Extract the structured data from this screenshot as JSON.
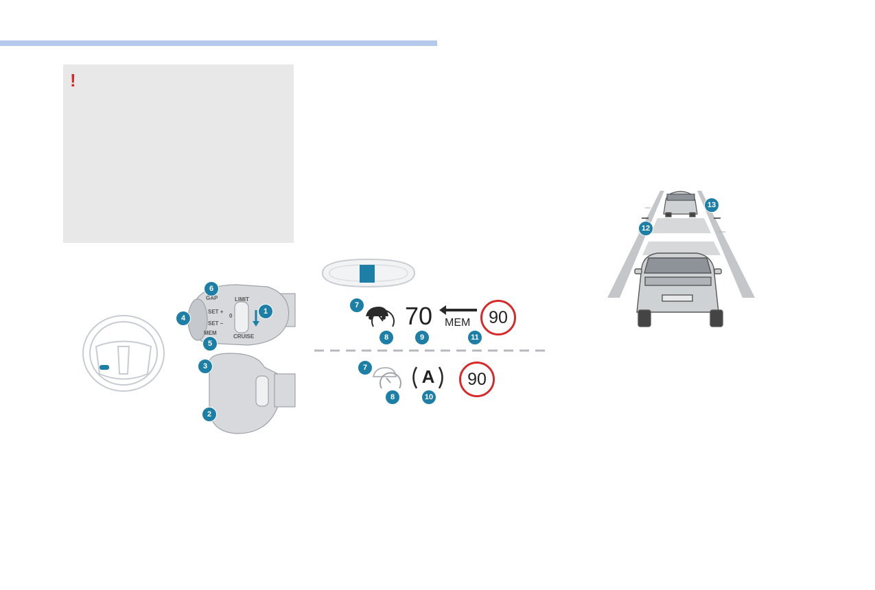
{
  "warning": {
    "icon": "exclamation-icon",
    "mark": "!"
  },
  "colors": {
    "accent_bar": "#b5c9ec",
    "badge": "#1d7fa6",
    "warning_red": "#d62a2a",
    "warning_box": "#e8e8e8"
  },
  "stalk": {
    "labels": {
      "gap": "GAP",
      "limit": "LIMIT",
      "cruise": "CRUISE",
      "set_plus": "SET +",
      "set_minus": "SET –",
      "mem": "MEM",
      "zero": "0"
    }
  },
  "display": {
    "speed": "70",
    "mem_label": "MEM",
    "sign_top": "90",
    "sign_bottom": "90",
    "auto_label": "A"
  },
  "callouts": {
    "stalk": [
      "1",
      "2",
      "3",
      "4",
      "5",
      "6"
    ],
    "display_top": [
      "7",
      "8",
      "9",
      "11"
    ],
    "display_bottom": [
      "7",
      "8",
      "10"
    ],
    "road": [
      "12",
      "13"
    ]
  }
}
